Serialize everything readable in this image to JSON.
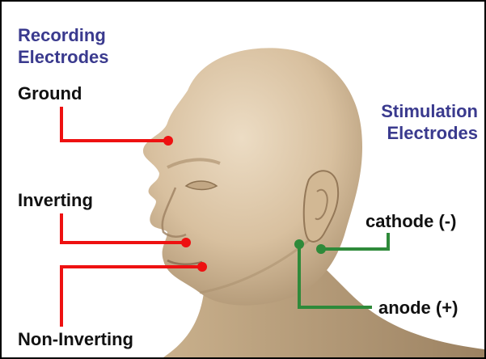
{
  "recording": {
    "title_line1": "Recording",
    "title_line2": "Electrodes",
    "electrodes": [
      {
        "label": "Ground"
      },
      {
        "label": "Inverting"
      },
      {
        "label": "Non-Inverting"
      }
    ]
  },
  "stimulation": {
    "title_line1": "Stimulation",
    "title_line2": "Electrodes",
    "electrodes": [
      {
        "label": "cathode (-)"
      },
      {
        "label": "anode (+)"
      }
    ]
  },
  "colors": {
    "recording_lead": "#ee1111",
    "stimulation_lead": "#2e8a3a",
    "title_blue": "#3a3a8e",
    "skin": "#d9c2a3",
    "border": "#000000"
  }
}
